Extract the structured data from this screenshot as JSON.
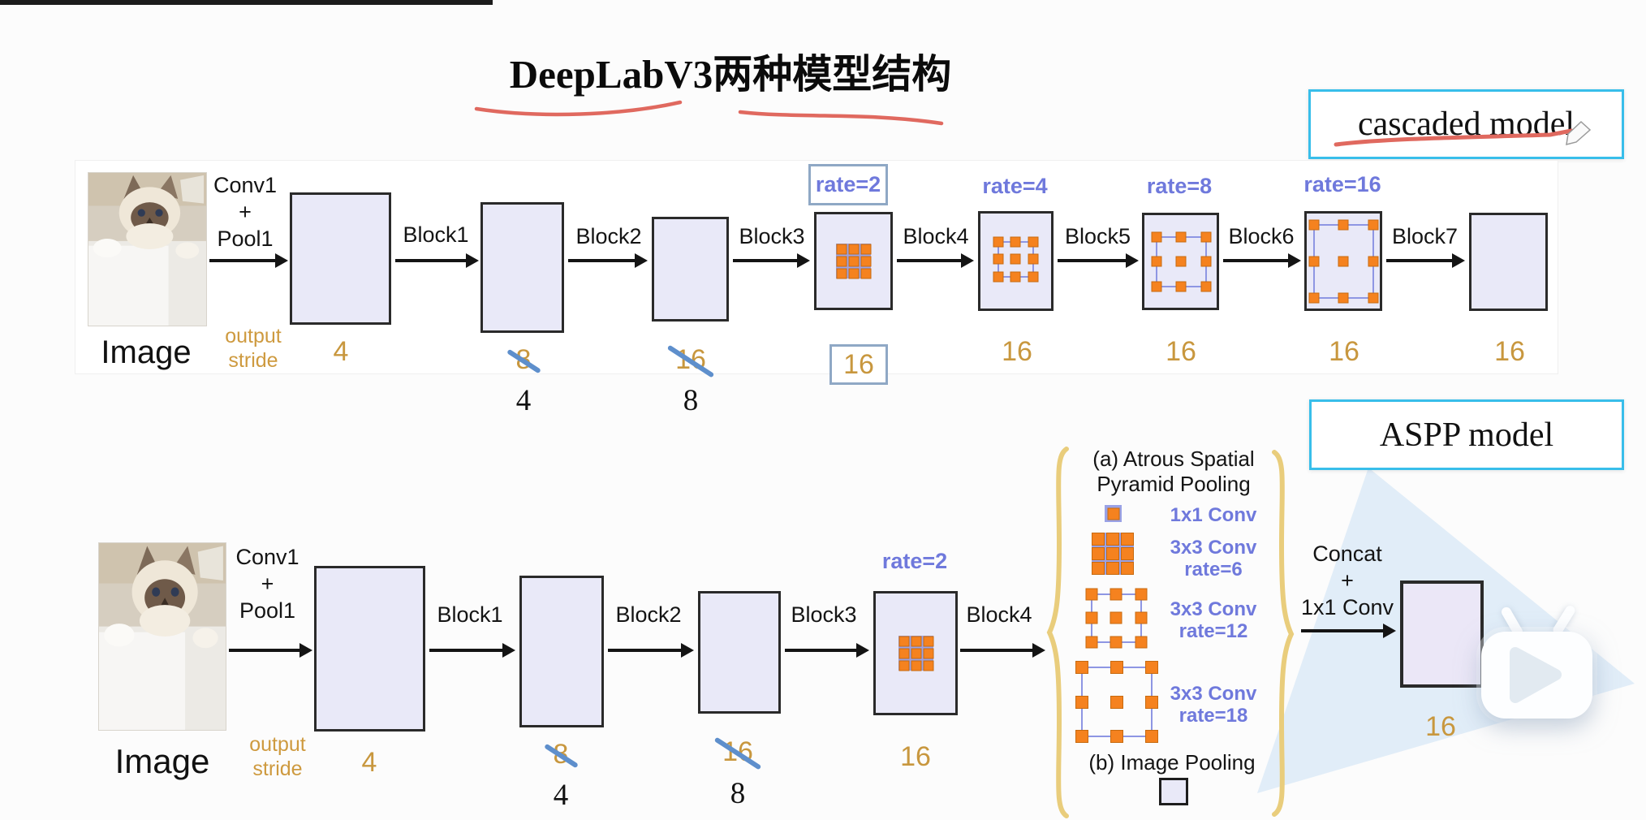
{
  "title": "DeepLabV3两种模型结构",
  "cascaded": {
    "tag": "cascaded model",
    "image_label": "Image",
    "stem": [
      "Conv1",
      "+",
      "Pool1"
    ],
    "output_stride": [
      "output",
      "stride"
    ],
    "arrow_labels": [
      "Block1",
      "Block2",
      "Block3",
      "Block4",
      "Block5",
      "Block6",
      "Block7"
    ],
    "rate_labels": [
      "rate=2",
      "rate=4",
      "rate=8",
      "rate=16"
    ],
    "stride1": "4",
    "stride2_old": "8",
    "stride2_new": "4",
    "stride3_old": "16",
    "stride3_new": "8",
    "stride4": "16",
    "stride5": "16",
    "stride6": "16",
    "stride7": "16",
    "stride8": "16"
  },
  "aspp": {
    "tag": "ASPP model",
    "image_label": "Image",
    "stem": [
      "Conv1",
      "+",
      "Pool1"
    ],
    "output_stride": [
      "output",
      "stride"
    ],
    "arrow_labels": [
      "Block1",
      "Block2",
      "Block3",
      "Block4"
    ],
    "rate_label": "rate=2",
    "stride1": "4",
    "stride2_old": "8",
    "stride2_new": "4",
    "stride3_old": "16",
    "stride3_new": "8",
    "stride4": "16",
    "panel": {
      "title_line1": "(a) Atrous Spatial",
      "title_line2": "Pyramid Pooling",
      "conv1x1": "1x1 Conv",
      "conv3x3_a": "3x3 Conv",
      "rate6": "rate=6",
      "conv3x3_b": "3x3 Conv",
      "rate12": "rate=12",
      "conv3x3_c": "3x3 Conv",
      "rate18": "rate=18",
      "pooling": "(b) Image Pooling"
    },
    "concat": [
      "Concat",
      "+",
      "1x1 Conv"
    ],
    "final_stride": "16"
  },
  "colors": {
    "accent_cyan": "#38BEEA",
    "rate_blue": "#6F79DC",
    "stride_tan": "#C8973E",
    "atrous_orange": "#F5821F",
    "annotation_red": "#E0695F",
    "slash_blue": "#5E8FCC",
    "brace_gold": "#E9CD7C"
  }
}
